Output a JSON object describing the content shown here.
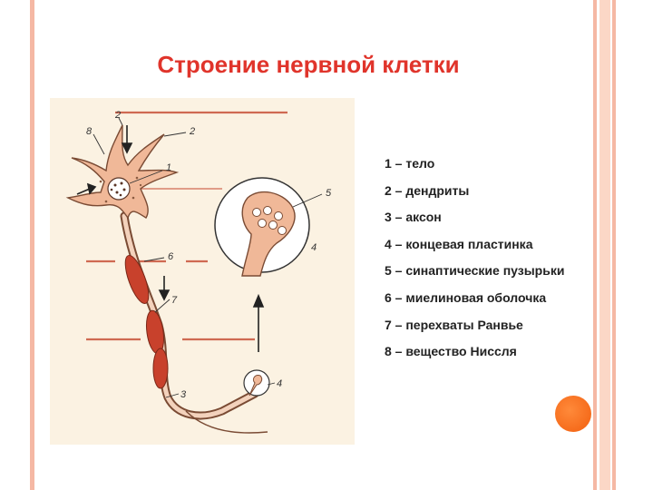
{
  "slide": {
    "title": "Строение нервной клетки",
    "accent_color": "#e0342b",
    "decor_color": "#f5b8a4",
    "dot_color": "#f26b1d"
  },
  "diagram": {
    "callout_numbers": [
      "1",
      "2",
      "2",
      "3",
      "4",
      "4",
      "5",
      "6",
      "7",
      "8"
    ],
    "colors": {
      "cell": "#f0b898",
      "outline": "#7a4b34",
      "myelin": "#c8412c",
      "background": "#fbf2e2",
      "guide_lines": "#cf6a52"
    }
  },
  "legend": {
    "items": [
      "1 – тело",
      "2 – дендриты",
      "3 – аксон",
      "4 – концевая пластинка",
      "5 – синаптические пузырьки",
      "6 – миелиновая оболочка",
      "7 – перехваты Ранвье",
      "8 – вещество Нисcля"
    ]
  }
}
